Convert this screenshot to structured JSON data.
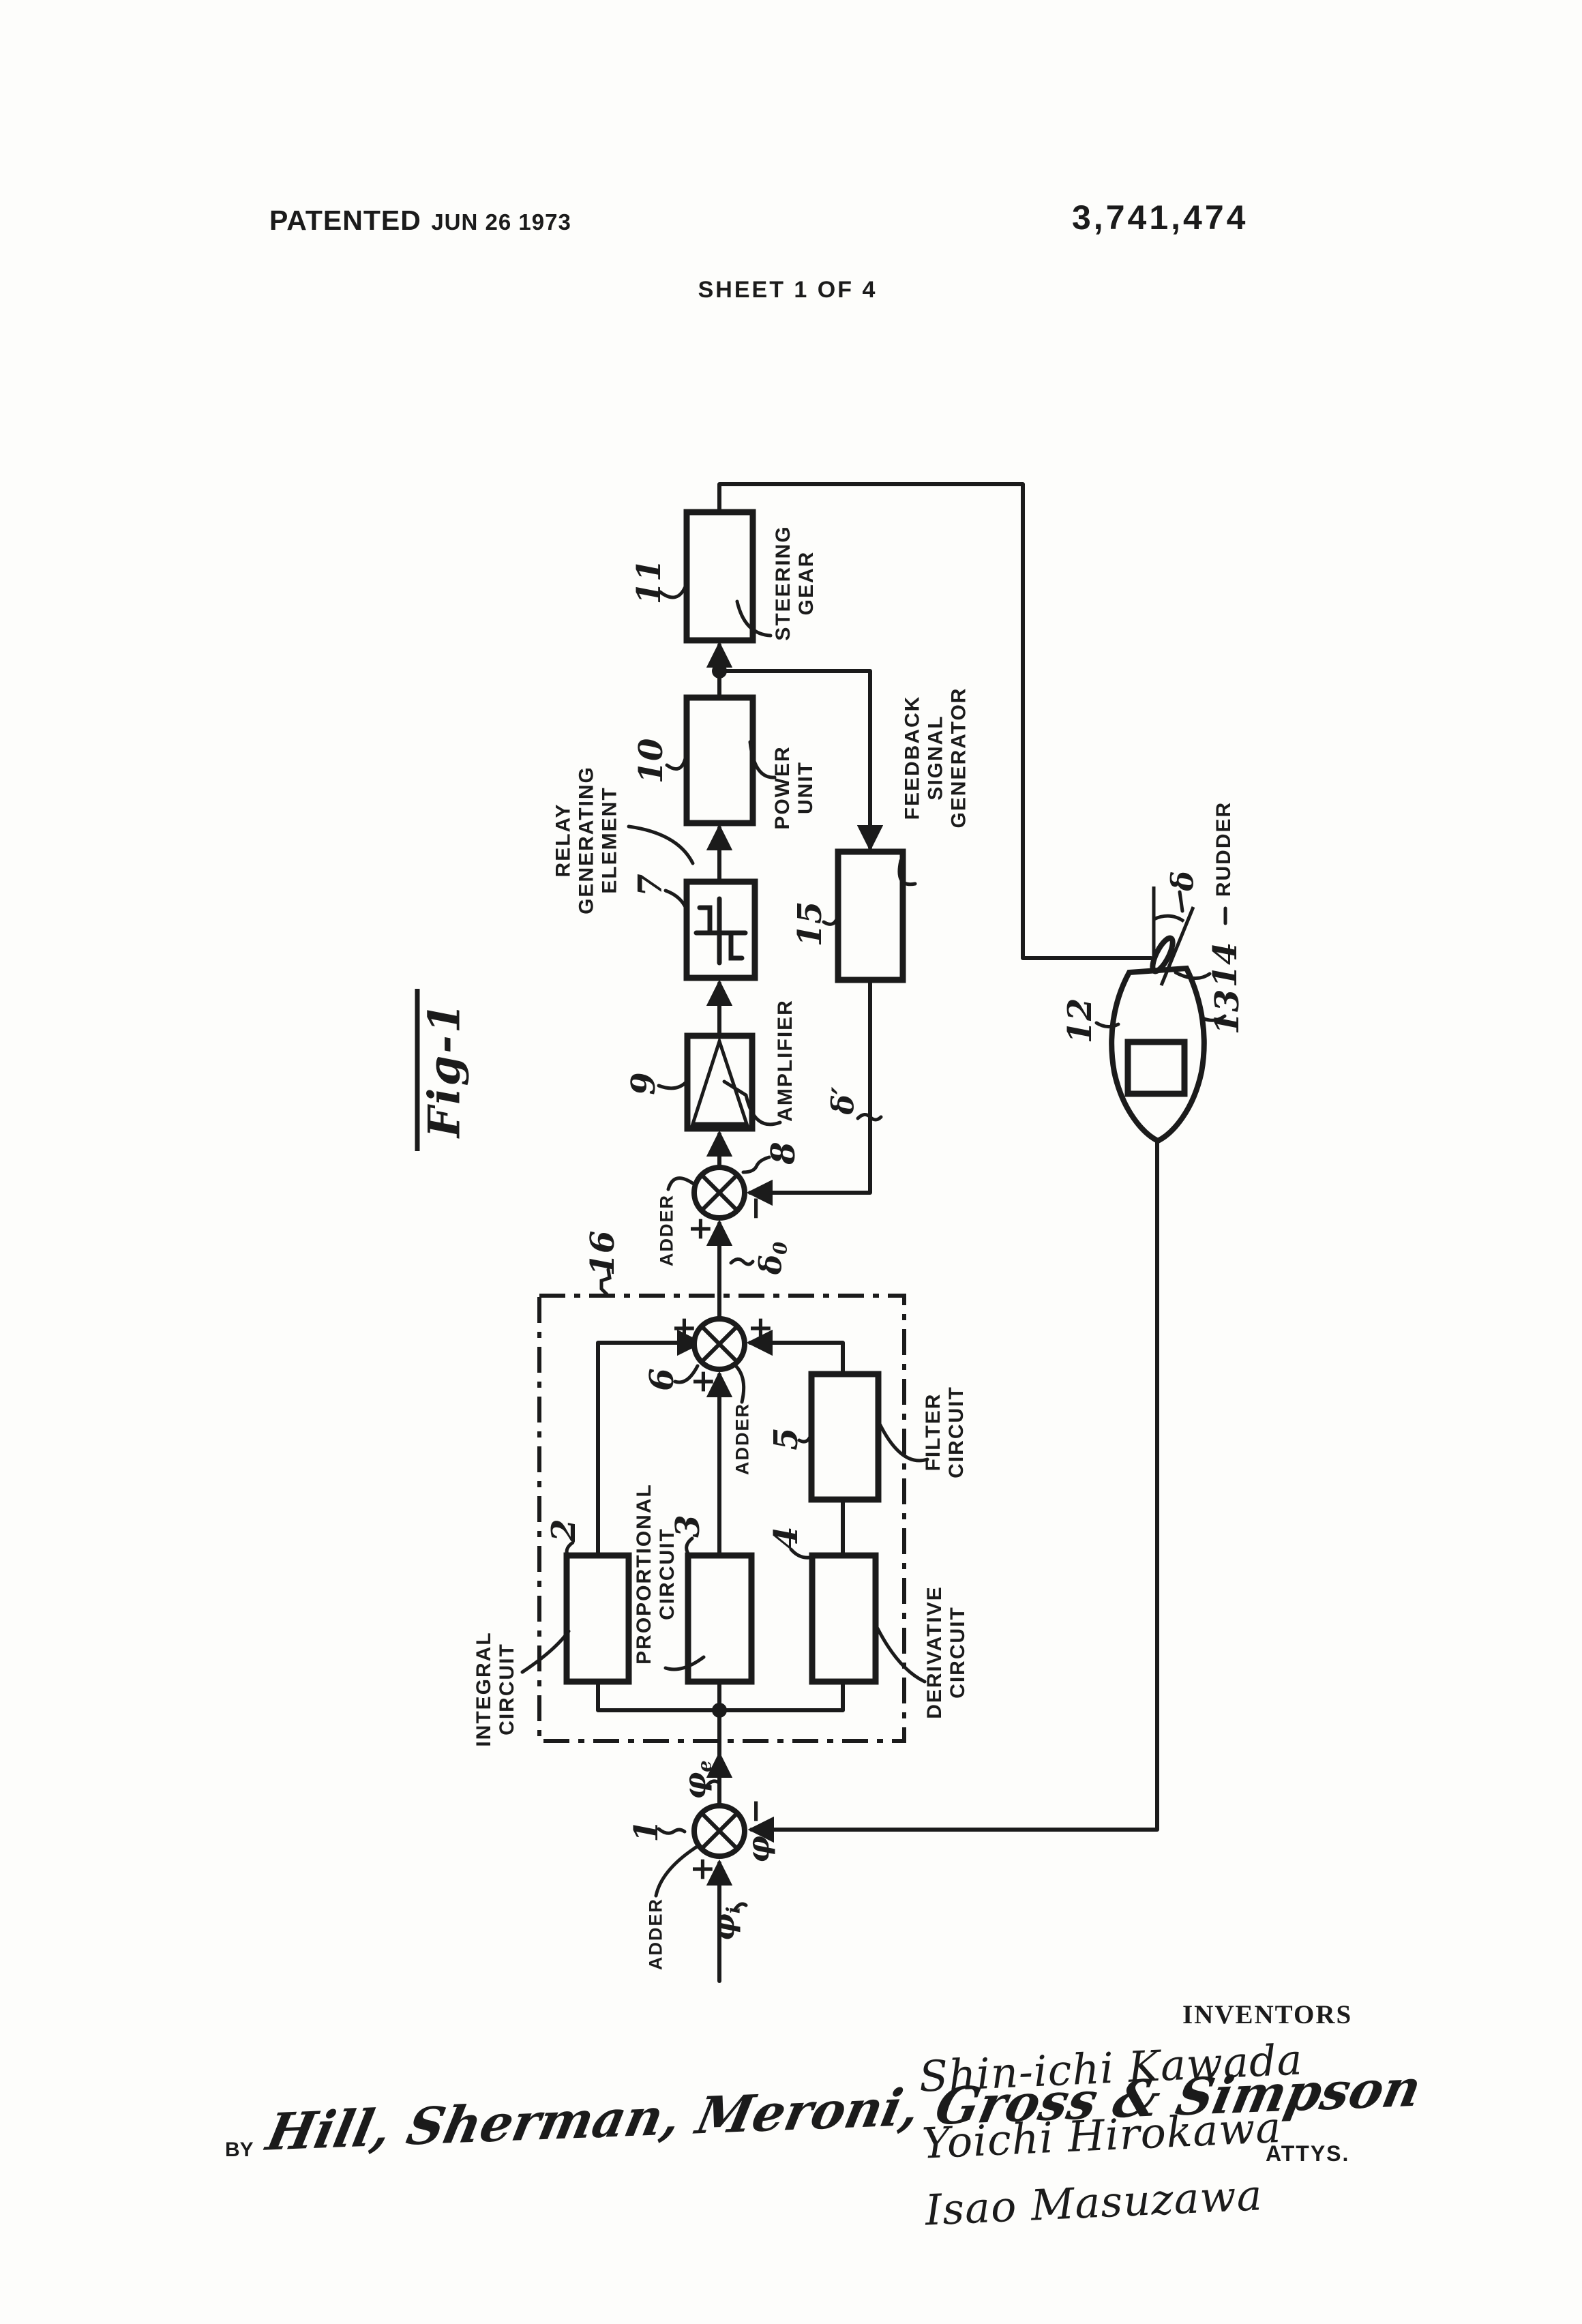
{
  "header": {
    "patented_label": "PATENTED",
    "patented_date": "JUN 26 1973",
    "patent_number": "3,741,474",
    "sheet_label": "SHEET 1 OF 4"
  },
  "figure": {
    "caption": "Fig-1"
  },
  "blocks": {
    "steering_gear": {
      "label": "STEERING\nGEAR",
      "ref": "11"
    },
    "power_unit": {
      "label": "POWER\nUNIT",
      "ref": "10"
    },
    "relay_generating_element": {
      "label": "RELAY\nGENERATING\nELEMENT",
      "ref": "7"
    },
    "amplifier": {
      "label": "AMPLIFIER",
      "ref": "9"
    },
    "feedback_signal_generator": {
      "label": "FEEDBACK\nSIGNAL\nGENERATOR",
      "ref": "15"
    },
    "filter_circuit": {
      "label": "FILTER\nCIRCUIT",
      "ref": "5"
    },
    "integral_circuit": {
      "label": "INTEGRAL\nCIRCUIT",
      "ref": "2"
    },
    "proportional_circuit": {
      "label": "PROPORTIONAL\nCIRCUIT",
      "ref": "3"
    },
    "derivative_circuit": {
      "label": "DERIVATIVE\nCIRCUIT",
      "ref": "4"
    },
    "controller_box": {
      "ref": "16"
    }
  },
  "adders": {
    "adder_1": {
      "label": "ADDER",
      "ref": "1",
      "plus": "+",
      "minus": "−"
    },
    "adder_6": {
      "label": "ADDER",
      "ref": "6",
      "plus_left": "+",
      "plus_right": "+",
      "plus_bottom": "+"
    },
    "adder_8": {
      "label": "ADDER",
      "ref": "8",
      "plus": "+",
      "minus": "−"
    }
  },
  "signals": {
    "delta0": {
      "base": "δ",
      "sub": "0"
    },
    "delta_prime": "δ′",
    "phi_e": {
      "base": "φ",
      "sub": "e"
    },
    "phi": "φ",
    "phi_i": {
      "base": "φ",
      "sub": "i"
    },
    "delta": "δ"
  },
  "ship": {
    "hull_ref": "12",
    "body_ref": "13",
    "rudder_ref": "14",
    "rudder_label": "RUDDER"
  },
  "footer": {
    "inventors_label": "INVENTORS",
    "inventors": [
      "Shin-ichi Kawada",
      "Yoichi Hirokawa",
      "Isao Masuzawa"
    ],
    "by_label": "BY",
    "signature": "Hill, Sherman, Meroni, Gross & Simpson",
    "attys_label": "ATTYS."
  }
}
